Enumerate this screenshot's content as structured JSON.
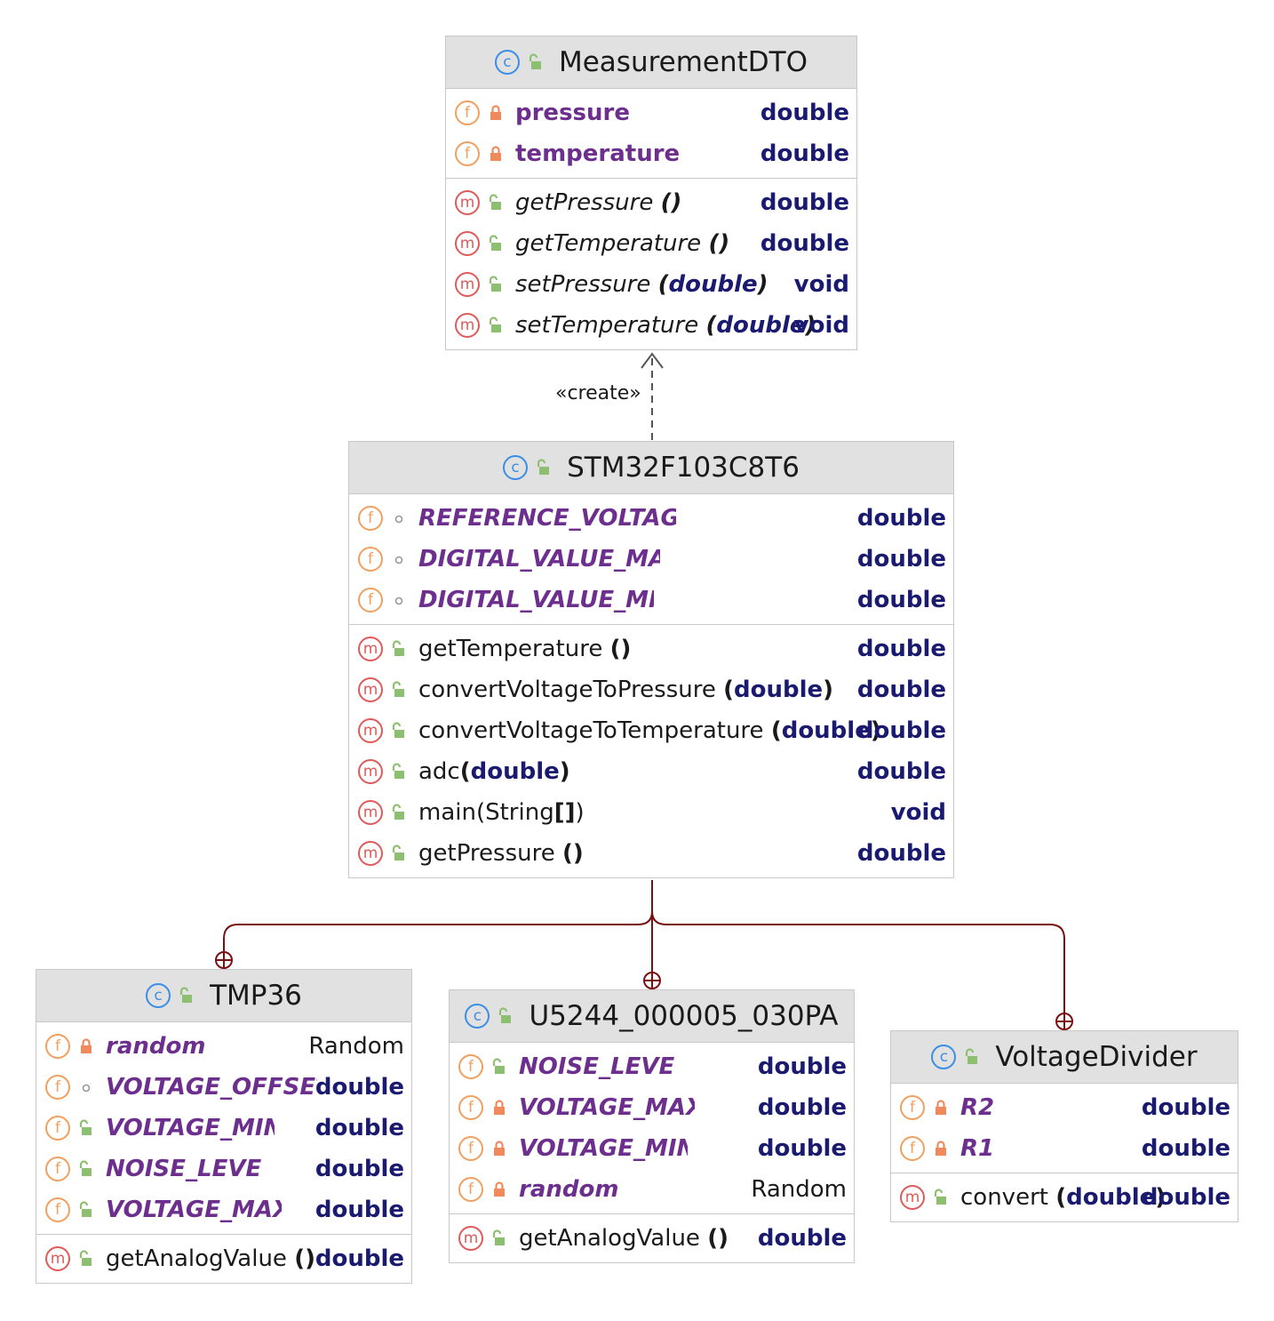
{
  "classes": {
    "measurement_dto": {
      "title": "MeasurementDTO",
      "fields": [
        {
          "name": "pressure",
          "type": "double"
        },
        {
          "name": "temperature",
          "type": "double"
        }
      ],
      "methods": [
        {
          "name": "getPressure",
          "params": "()",
          "type": "double"
        },
        {
          "name": "getTemperature",
          "params": "()",
          "type": "double"
        },
        {
          "name": "setPressure",
          "params_open": "(",
          "param_type": "double",
          "params_close": ")",
          "type": "void"
        },
        {
          "name": "setTemperature",
          "params_open": "(",
          "param_type": "double",
          "params_close": ")",
          "type": "void"
        }
      ]
    },
    "stm32": {
      "title": "STM32F103C8T6",
      "fields": [
        {
          "name": "REFERENCE_VOLTAG",
          "type": "double"
        },
        {
          "name": "DIGITAL_VALUE_MA",
          "type": "double"
        },
        {
          "name": "DIGITAL_VALUE_MI",
          "type": "double"
        }
      ],
      "methods": [
        {
          "name": "getTemperature",
          "params": "()",
          "type": "double"
        },
        {
          "name": "convertVoltageToPressure",
          "params_open": "(",
          "param_type": "double",
          "params_close": ")",
          "type": "double"
        },
        {
          "name": "convertVoltageToTemperature",
          "params_open": "(",
          "param_type": "double",
          "params_close": ")",
          "type": "double"
        },
        {
          "name": "adc",
          "params_open": "(",
          "param_type": "double",
          "params_close": ")",
          "type": "double"
        },
        {
          "name": "main",
          "params_open": "(String",
          "param_type": "[]",
          "params_close": ")",
          "type": "void"
        },
        {
          "name": "getPressure",
          "params": "()",
          "type": "double"
        }
      ]
    },
    "tmp36": {
      "title": "TMP36",
      "fields": [
        {
          "name": "random",
          "type": "Random"
        },
        {
          "name": "VOLTAGE_OFFSET",
          "type": "double"
        },
        {
          "name": "VOLTAGE_MIN",
          "type": "double"
        },
        {
          "name": "NOISE_LEVEL",
          "type": "double"
        },
        {
          "name": "VOLTAGE_MAX",
          "type": "double"
        }
      ],
      "methods": [
        {
          "name": "getAnalogValue",
          "params": "()",
          "type": "double"
        }
      ]
    },
    "u5244": {
      "title": "U5244_000005_030PA",
      "fields": [
        {
          "name": "NOISE_LEVEL",
          "type": "double"
        },
        {
          "name": "VOLTAGE_MAX",
          "type": "double"
        },
        {
          "name": "VOLTAGE_MIN",
          "type": "double"
        },
        {
          "name": "random",
          "type": "Random"
        }
      ],
      "methods": [
        {
          "name": "getAnalogValue",
          "params": "()",
          "type": "double"
        }
      ]
    },
    "voltage_divider": {
      "title": "VoltageDivider",
      "fields": [
        {
          "name": "R2",
          "type": "double"
        },
        {
          "name": "R1",
          "type": "double"
        }
      ],
      "methods": [
        {
          "name": "convert",
          "params_open": "(",
          "param_type": "double",
          "params_close": ")",
          "type": "double"
        }
      ]
    }
  },
  "relations": {
    "create_label": "«create»"
  },
  "icons": {
    "field": "f",
    "method": "m",
    "class": "c"
  },
  "colors": {
    "header_bg": "#e1e1e1",
    "field_name": "#6d2f8e",
    "type": "#1a1a70",
    "nested_connector": "#7a1010"
  }
}
